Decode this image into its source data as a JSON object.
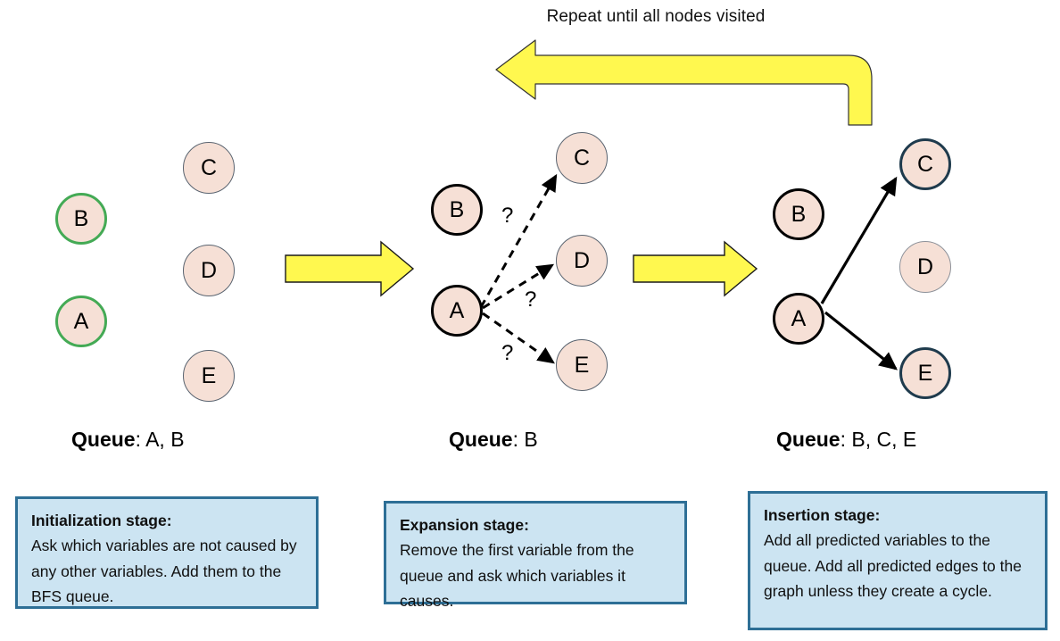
{
  "diagram": {
    "loop_label": "Repeat until all nodes visited",
    "colors": {
      "node_fill": "#F6E0D6",
      "node_border_default": "#5a6470",
      "node_border_queued": "#44aa55",
      "node_border_active": "#000000",
      "node_border_inserted": "#1F3B4D",
      "arrow_yellow": "#FFF84F",
      "box_fill": "#CCE4F2",
      "box_border": "#2E6F96"
    },
    "panels": [
      {
        "id": "initialization",
        "queue_label": "Queue",
        "queue_separator": ": ",
        "queue_value": "A, B",
        "nodes": [
          {
            "id": "B",
            "label": "B",
            "style": "green"
          },
          {
            "id": "A",
            "label": "A",
            "style": "green"
          },
          {
            "id": "C",
            "label": "C",
            "style": "thin"
          },
          {
            "id": "D",
            "label": "D",
            "style": "thin"
          },
          {
            "id": "E",
            "label": "E",
            "style": "thin"
          }
        ],
        "edges": [],
        "stage": {
          "title": "Initialization stage:",
          "body": "Ask which variables are not caused by any other variables. Add them to the BFS queue."
        }
      },
      {
        "id": "expansion",
        "queue_label": "Queue",
        "queue_separator": ": ",
        "queue_value": "B",
        "nodes": [
          {
            "id": "B",
            "label": "B",
            "style": "black"
          },
          {
            "id": "A",
            "label": "A",
            "style": "black"
          },
          {
            "id": "C",
            "label": "C",
            "style": "thin"
          },
          {
            "id": "D",
            "label": "D",
            "style": "thin"
          },
          {
            "id": "E",
            "label": "E",
            "style": "thin"
          }
        ],
        "edges": [
          {
            "from": "A",
            "to": "C",
            "style": "dashed",
            "label": "?"
          },
          {
            "from": "A",
            "to": "D",
            "style": "dashed",
            "label": "?"
          },
          {
            "from": "A",
            "to": "E",
            "style": "dashed",
            "label": "?"
          }
        ],
        "stage": {
          "title": "Expansion stage:",
          "body": "Remove the first variable from the queue and ask which variables it causes."
        }
      },
      {
        "id": "insertion",
        "queue_label": "Queue",
        "queue_separator": ": ",
        "queue_value": "B, C, E",
        "nodes": [
          {
            "id": "B",
            "label": "B",
            "style": "black"
          },
          {
            "id": "A",
            "label": "A",
            "style": "black"
          },
          {
            "id": "C",
            "label": "C",
            "style": "navy"
          },
          {
            "id": "D",
            "label": "D",
            "style": "thingray"
          },
          {
            "id": "E",
            "label": "E",
            "style": "navy"
          }
        ],
        "edges": [
          {
            "from": "A",
            "to": "C",
            "style": "solid",
            "label": ""
          },
          {
            "from": "A",
            "to": "E",
            "style": "solid",
            "label": ""
          }
        ],
        "stage": {
          "title": "Insertion stage:",
          "body": "Add all  predicted variables to the queue. Add all predicted edges to the graph unless they create a cycle."
        }
      }
    ],
    "flow_arrows": [
      {
        "id": "arrow-1-to-2",
        "direction": "right"
      },
      {
        "id": "arrow-2-to-3",
        "direction": "right"
      }
    ]
  }
}
